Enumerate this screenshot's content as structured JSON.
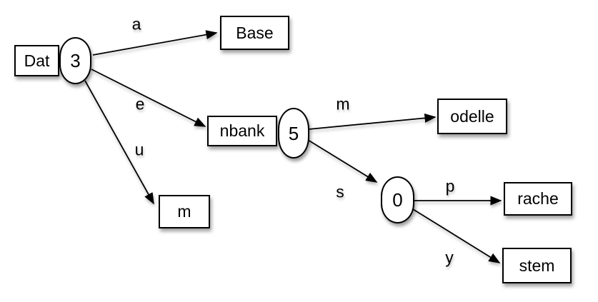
{
  "diagram": {
    "type": "trie",
    "colors": {
      "background": "#ffffff",
      "node_fill": "#ffffff",
      "node_border": "#000000",
      "text": "#000000"
    },
    "nodes": {
      "root": {
        "label": "Dat",
        "count": "3"
      },
      "base": {
        "label": "Base"
      },
      "nbank": {
        "label": "nbank",
        "count": "5"
      },
      "m": {
        "label": "m"
      },
      "odelle": {
        "label": "odelle"
      },
      "zero": {
        "count": "0"
      },
      "rache": {
        "label": "rache"
      },
      "stem": {
        "label": "stem"
      }
    },
    "edges": [
      {
        "from": "root",
        "to": "base",
        "label": "a"
      },
      {
        "from": "root",
        "to": "nbank",
        "label": "e"
      },
      {
        "from": "root",
        "to": "m",
        "label": "u"
      },
      {
        "from": "nbank",
        "to": "odelle",
        "label": "m"
      },
      {
        "from": "nbank",
        "to": "zero",
        "label": "s"
      },
      {
        "from": "zero",
        "to": "rache",
        "label": "p"
      },
      {
        "from": "zero",
        "to": "stem",
        "label": "y"
      }
    ]
  }
}
